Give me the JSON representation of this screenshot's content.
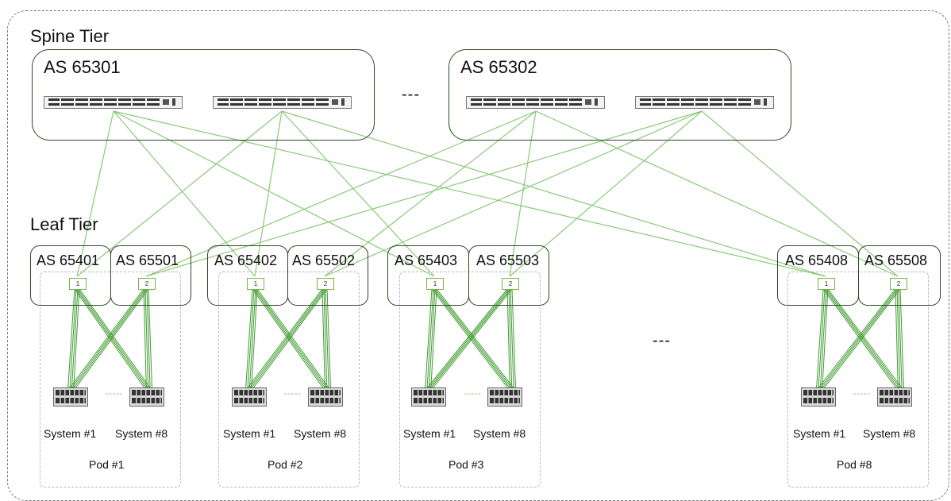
{
  "labels": {
    "spine_tier": "Spine Tier",
    "leaf_tier": "Leaf Tier",
    "spine_ellipsis": "---",
    "pod_ellipsis": "---",
    "system_dots": "-----"
  },
  "spine_groups": [
    {
      "as": "AS 65301"
    },
    {
      "as": "AS 65302"
    }
  ],
  "pods": [
    {
      "leaf_as": [
        "AS 65401",
        "AS 65501"
      ],
      "switches": [
        "1",
        "2"
      ],
      "systems": [
        "System #1",
        "System #8"
      ],
      "pod": "Pod #1"
    },
    {
      "leaf_as": [
        "AS 65402",
        "AS 65502"
      ],
      "switches": [
        "1",
        "2"
      ],
      "systems": [
        "System #1",
        "System #8"
      ],
      "pod": "Pod #2"
    },
    {
      "leaf_as": [
        "AS 65403",
        "AS 65503"
      ],
      "switches": [
        "1",
        "2"
      ],
      "systems": [
        "System #1",
        "System #8"
      ],
      "pod": "Pod #3"
    },
    {
      "leaf_as": [
        "AS 65408",
        "AS 65508"
      ],
      "switches": [
        "1",
        "2"
      ],
      "systems": [
        "System #1",
        "System #8"
      ],
      "pod": "Pod #8"
    }
  ],
  "colors": {
    "link": "#8bc97a",
    "dense_link": "#3f9b2f",
    "box_border": "#2e4a28"
  },
  "icons": {
    "spine_switch": "rack-switch-icon",
    "leaf_switch": "leaf-switch-icon",
    "system": "server-chassis-icon"
  }
}
